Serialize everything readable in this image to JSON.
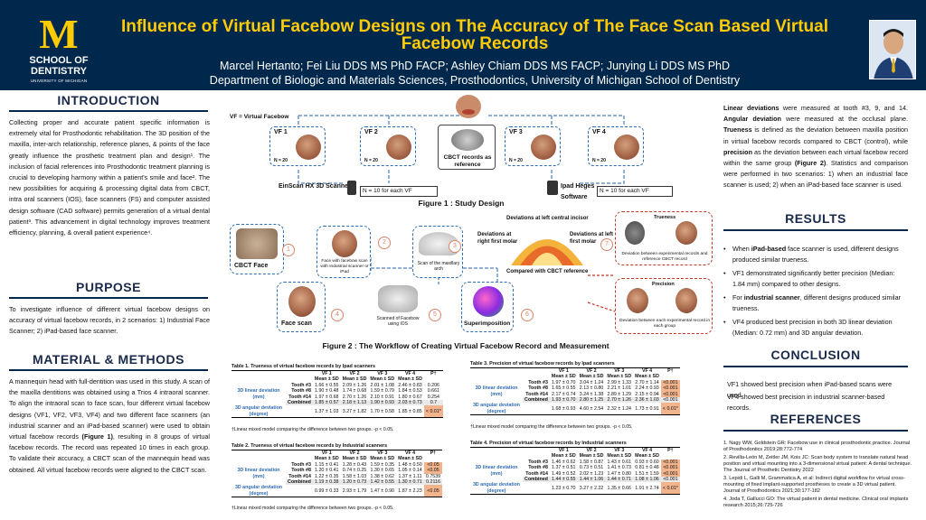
{
  "header": {
    "logo_letter": "M",
    "logo_school": "SCHOOL OF DENTISTRY",
    "logo_university": "UNIVERSITY OF MICHIGAN",
    "title": "Influence of Virtual Facebow Designs on The Accuracy of The Face Scan Based Virtual Facebow Records",
    "authors": "Marcel Hertanto; Fei Liu DDS MS PhD FACP; Ashley Chiam DDS MS FACP; Junying Li DDS MS PhD",
    "affiliation": "Department of Biologic and Materials Sciences, Prosthodontics, University of Michigan School of Dentistry"
  },
  "introduction": {
    "heading": "INTRODUCTION",
    "p1": "Collecting proper and accurate patient specific information is extremely vital for Prosthodontic rehabilitation. The 3D position of the maxilla, inter-arch relationship, reference planes, & points of the face greatly influence the prosthetic treatment plan and design¹. The inclusion of facial references into Prosthodontic treatment planning is crucial to developing harmony within a patient's smile and face². The new possibilities for acquiring & processing digital data from CBCT, intra oral scanners (IOS), face scanners (FS) and computer assisted design software (CAD software) permits generation of a virtual dental patient³. This advancement in digital technology improves treatment efficiency, planning, & overall patient experience⁴."
  },
  "purpose": {
    "heading": "PURPOSE",
    "p1": "To investigate influence of different virtual facebow designs on accuracy of virtual facebow records, in 2 scenarios: 1) Industrial Face Scanner; 2) iPad-based face scanner."
  },
  "methods": {
    "heading": "MATERIAL & METHODS",
    "p1a": "A mannequin head with full-dentition was used in this study. A scan of the maxilla dentitions was obtained using a Trios 4 intraoral scanner. To align the intraoral scan to face scan, four different virtual facebow designs (VF1, VF2, VF3, VF4) and two different face scanners (an industrial scanner and an iPad-based scanner) were used to obtain virtual facebow records",
    "p1b": "(Figure 1)",
    "p1c": ", resulting in 8 groups of virtual facebow records. The record was repeated 10 times in each group. To validate their accuracy, a CBCT scan of the mannequin head was obtained. All virtual facebow records were aligned to the CBCT scan."
  },
  "figure1": {
    "vf_legend": "VF = Virtual Facebow",
    "vf_boxes": [
      {
        "label": "VF 1",
        "n": "N = 20"
      },
      {
        "label": "VF 2",
        "n": "N = 20"
      },
      {
        "label": "VF 3",
        "n": "N = 20"
      },
      {
        "label": "VF 4",
        "n": "N = 20"
      }
    ],
    "cbct_label": "CBCT records as reference",
    "scanner_left": "EinScan HX 3D Scanner",
    "scanner_left_n": "N = 10 for each VF",
    "scanner_right": "Ipad Heges Software",
    "scanner_right_n": "N = 10 for each VF",
    "caption": "Figure 1 : Study Design"
  },
  "figure2": {
    "cbct_face": "CBCT Face",
    "face_with_facebow": "Face with facebow scan with Industrial scanner or iPad",
    "scan_maxillary": "Scan of the maxillary arch",
    "face_scan": "Face scan",
    "scanned_facebow": "Scanned of Facebow using IOS",
    "superimposition": "Superimposition",
    "dev_central": "Deviations at left central incisor",
    "dev_right": "Deviations at right first molar",
    "dev_left": "Deviations at left first molar",
    "compared_cbct": "Compared with CBCT reference",
    "trueness": "Trueness",
    "trueness_desc": "Deviation between experimental records and reference CBCT record",
    "precision": "Precision",
    "precision_desc": "Deviation between each experimental record in each group",
    "steps": [
      "1",
      "2",
      "3",
      "4",
      "5",
      "6",
      "7"
    ],
    "caption": "Figure 2 : The Workflow of Creating Virtual Facebow Record and Measurement"
  },
  "tables": {
    "headers": [
      "VF 1",
      "VF 2",
      "VF 3",
      "VF 4",
      "P†"
    ],
    "subheader": "Mean ± SD",
    "row_label_linear": "3D linear deviation (mm)",
    "row_label_angular": "3D angular deviation (degree)",
    "footnote": "†Linear mixed model comparing the difference between two groups. -p < 0.05.",
    "t1": {
      "caption": "Table 1. Trueness of virtual facebow records by Ipad scanners",
      "rows": [
        [
          "Tooth #3",
          "1.66 ± 0.55",
          "2.09 ± 1.26",
          "2.01 ± 1.08",
          "2.46 ± 0.83",
          "0.206"
        ],
        [
          "Tooth #8",
          "1.90 ± 0.48",
          "1.74 ± 0.68",
          "1.59 ± 0.79",
          "1.84 ± 0.53",
          "0.661"
        ],
        [
          "Tooth #14",
          "1.97 ± 0.68",
          "2.70 ± 1.26",
          "2.10 ± 0.91",
          "1.80 ± 0.67",
          "0.254"
        ],
        [
          "Combined",
          "1.85 ± 0.57",
          "2.18 ± 1.13",
          "1.90 ± 0.93",
          "2.03 ± 0.73",
          "0.7"
        ]
      ],
      "angular": [
        "1.37 ± 1.03",
        "3.27 ± 1.82",
        "1.70 ± 0.58",
        "1.85 ± 0.85",
        "< 0.01*"
      ]
    },
    "t2": {
      "caption": "Table 2. Trueness of virtual facebow records by Industrial scanners",
      "rows": [
        [
          "Tooth #3",
          "1.15 ± 0.41",
          "1.28 ± 0.43",
          "1.59 ± 0.35",
          "1.48 ± 0.50",
          "<0.05"
        ],
        [
          "Tooth #8",
          "1.20 ± 0.41",
          "0.74 ± 0.25",
          "1.30 ± 0.65",
          "1.05 ± 0.14",
          "<0.05"
        ],
        [
          "Tooth #14",
          "1.22 ± 0.35",
          "1.58 ± 1.03",
          "1.38 ± 0.62",
          "1.37 ± 1.11",
          "0.7539"
        ],
        [
          "Combined",
          "1.19 ± 0.38",
          "1.20 ± 0.73",
          "1.42 ± 0.55",
          "1.30 ± 0.71",
          "0.2116"
        ]
      ],
      "angular": [
        "0.99 ± 0.33",
        "2.93 ± 1.79",
        "1.47 ± 0.90",
        "1.87 ± 2.23",
        "<0.05"
      ]
    },
    "t3": {
      "caption": "Table 3. Precision of virtual facebow records by Ipad scanners",
      "rows": [
        [
          "Tooth #3",
          "1.97 ± 0.70",
          "3.04 ± 1.24",
          "2.99 ± 1.33",
          "2.70 ± 1.14",
          "<0.001"
        ],
        [
          "Tooth #8",
          "1.65 ± 0.55",
          "2.13 ± 0.80",
          "2.21 ± 1.01",
          "2.24 ± 0.93",
          "<0.001"
        ],
        [
          "Tooth #14",
          "2.17 ± 0.74",
          "3.24 ± 1.38",
          "2.89 ± 1.29",
          "2.15 ± 0.94",
          "<0.001"
        ],
        [
          "Combined",
          "1.93 ± 0.70",
          "2.80 ± 1.25",
          "2.70 ± 1.26",
          "2.36 ± 1.03",
          "<0.001"
        ]
      ],
      "angular": [
        "1.68 ± 0.93",
        "4.60 ± 2.54",
        "2.32 ± 1.24",
        "1.73 ± 0.91",
        "< 0.01*"
      ]
    },
    "t4": {
      "caption": "Table 4. Precision of virtual facebow records by Industrial scanners",
      "rows": [
        [
          "Tooth #3",
          "1.46 ± 0.62",
          "1.58 ± 0.87",
          "1.43 ± 0.61",
          "0.93 ± 0.60",
          "<0.001"
        ],
        [
          "Tooth #8",
          "1.37 ± 0.51",
          "0.73 ± 0.51",
          "1.41 ± 0.73",
          "0.81 ± 0.48",
          "<0.001"
        ],
        [
          "Tooth #14",
          "1.49 ± 0.52",
          "2.02 ± 1.23",
          "1.47 ± 0.80",
          "1.51 ± 1.59",
          "<0.001"
        ],
        [
          "Combined",
          "1.44 ± 0.55",
          "1.44 ± 1.06",
          "1.44 ± 0.71",
          "1.08 ± 1.06",
          "<0.001"
        ]
      ],
      "angular": [
        "1.23 ± 0.70",
        "3.27 ± 2.22",
        "1.35 ± 0.66",
        "1.91 ± 2.74",
        "< 0.01*"
      ]
    }
  },
  "definitions": {
    "t1": "Linear deviations",
    "t2": " were measured at tooth #3, 9, and 14. ",
    "t3": "Angular deviation",
    "t4": " were measured at the occlusal plane. ",
    "t5": "Trueness",
    "t6": " is defined as the deviation between maxilla position in virtual facebow records compared to CBCT (control), while ",
    "t7": "precision",
    "t8": " as the deviation between each virtual facebow record within the same group ",
    "t9": "(Figure 2)",
    "t10": ". Statistics and comparison were performed in two scenarios: 1) when an industrial face scanner is used; 2) when an iPad-based face scanner is used."
  },
  "results": {
    "heading": "RESULTS",
    "b1a": "When ",
    "b1b": "iPad-based",
    "b1c": " face scanner is used, different designs produced similar trueness.",
    "b2": "VF1 demonstrated significantly better precision (Median: 1.84 mm) compared to other designs.",
    "b3a": "For ",
    "b3b": "industrial scanner",
    "b3c": ", different designs produced similar trueness.",
    "b4": "VF4 produced best precision in both 3D linear deviation (Median: 0.72 mm) and 3D angular deviation."
  },
  "conclusion": {
    "heading": "CONCLUSION",
    "p1": "VF1 showed best precision when iPad-based scans were used.",
    "p2": "VF4 showed best precision in industrial scanner-based records."
  },
  "references": {
    "heading": "REFERENCES",
    "items": [
      "1. Nagy WW, Goldstein GR: Facebow use in clinical prosthodontic practice. Journal of Prosthodontics 2019;28:772-774",
      "2. Revilla-León M, Zeitler JM, Kois JC: Scan body system to translate natural head position and virtual mounting into a 3-dimensional virtual patient: A dental technique. The Journal of Prosthetic Dentistry 2022",
      "3. Lepidi L, Galli M, Grammatica A, et al: Indirect digital workflow for virtual cross-mounting of fixed implant-supported prostheses to create a 3D virtual patient. Journal of Prosthodontics 2021;30:177-182",
      "4. Joda T, Gallucci GO: The virtual patient in dental medicine. Clinical oral implants research 2015;26:725-726"
    ]
  }
}
